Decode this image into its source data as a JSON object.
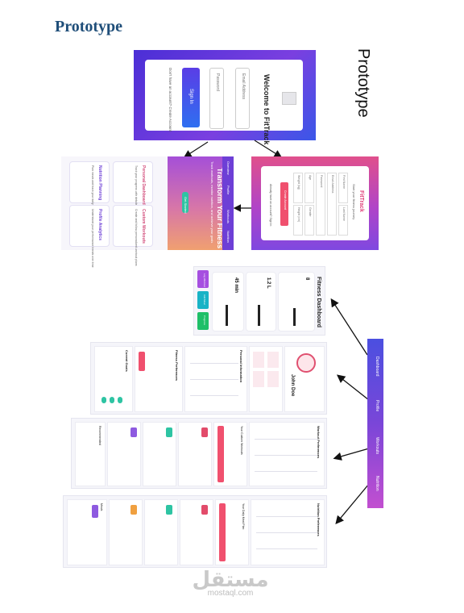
{
  "heading": "Prototype",
  "rotated_heading": "Prototype",
  "login": {
    "title": "Welcome to FitTrack",
    "email_placeholder": "Email Address",
    "password_placeholder": "Password",
    "button": "Sign In",
    "signup_text": "Don't have an account? Create Account"
  },
  "landing": {
    "hero_title": "Transform Your Fitness Journey",
    "hero_subtitle": "Track workouts, monitor nutrition, and achieve your goals",
    "cta": "Get Started",
    "nav": [
      "Overview",
      "Profile",
      "Workouts",
      "Nutrition"
    ],
    "features": [
      {
        "title": "Personal Dashboard",
        "text": "Track your progress with detailed analytics and insights"
      },
      {
        "title": "Custom Workouts",
        "text": "Create and follow personalized workout plans"
      },
      {
        "title": "Nutrition Planning",
        "text": "Plan meals and track your daily intake"
      },
      {
        "title": "Profile Analytics",
        "text": "Understand your performance trends over time"
      }
    ]
  },
  "signup": {
    "brand": "FitTrack",
    "subtitle": "Start your fitness journey",
    "fields": [
      "First Name",
      "Last Name",
      "Email Address",
      "Password",
      "Age",
      "Gender",
      "Weight (kg)",
      "Height (cm)"
    ],
    "button": "Create Account",
    "footer": "Already have an account? Sign In"
  },
  "dashboard": {
    "title": "Fitness Dashboard",
    "stats": [
      "45 min",
      "1.2 L",
      "8"
    ],
    "actions": [
      "Log Workout",
      "Add Meal",
      "Progress"
    ]
  },
  "profile": {
    "name": "John Doe",
    "sections": [
      "Personal Information",
      "Fitness Preferences",
      "Current Goals"
    ]
  },
  "workouts": {
    "sections": [
      "Workout Preferences",
      "Your Custom Workouts",
      "Recommended"
    ]
  },
  "nutrition": {
    "sections": [
      "Nutrition Preferences",
      "Your Daily Meal Plan",
      "Meals"
    ]
  },
  "sidebar": {
    "items": [
      "Dashboard",
      "Profile",
      "Workouts",
      "Nutrition"
    ]
  },
  "watermark": {
    "arabic": "مستقل",
    "latin": "mostaql.com"
  },
  "colors": {
    "heading": "#1f4e79",
    "accent_purple": "#6d3fd6",
    "accent_pink": "#f0506e",
    "accent_teal": "#2ec4a3"
  }
}
